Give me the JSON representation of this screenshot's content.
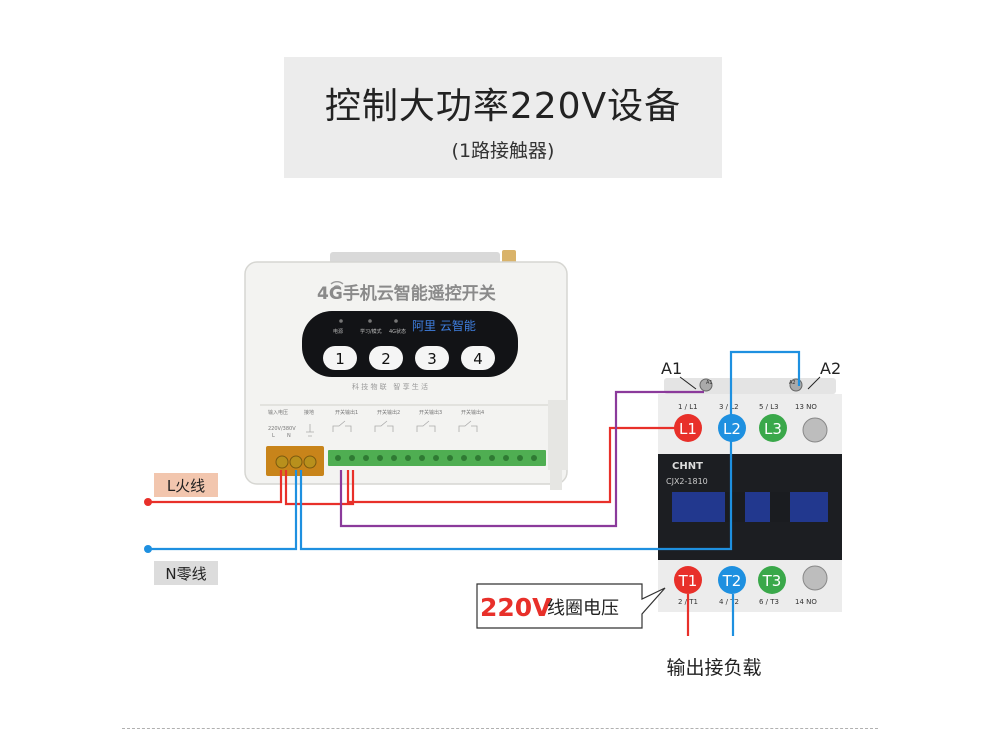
{
  "title": "控制大功率220V设备",
  "subtitle": "(1路接触器)",
  "controller": {
    "brand_text": "4G手机云智能遥控开关",
    "cloud_label": "阿里 云智能",
    "indicators": [
      "电源",
      "学习/模式",
      "4G状态"
    ],
    "buttons": [
      "1",
      "2",
      "3",
      "4"
    ],
    "slogan": "科 技 物 联   智 享 生 活",
    "terminal_labels": {
      "input": "输入电压",
      "input_spec": "220V/380V",
      "l": "L",
      "n": "N",
      "ground": "接地",
      "out1": "开关输出1",
      "out2": "开关输出2",
      "out3": "开关输出3",
      "out4": "开关输出4"
    }
  },
  "wires": {
    "live_label": "L火线",
    "neutral_label": "N零线"
  },
  "contactor": {
    "brand": "CHNT",
    "model": "CJX2-1810",
    "coil_a1": "A1",
    "coil_a2": "A2",
    "coil_a1_small": "A1",
    "coil_a2_small": "A2",
    "top_terms": [
      "L1",
      "L2",
      "L3"
    ],
    "top_term_labels": [
      "1 / L1",
      "3 / L2",
      "5 / L3",
      "13 NO"
    ],
    "bottom_terms": [
      "T1",
      "T2",
      "T3"
    ],
    "bottom_term_labels": [
      "2 / T1",
      "4 / T2",
      "6 / T3",
      "14 NO"
    ]
  },
  "coil_label": {
    "voltage": "220V",
    "text": "线圈电压"
  },
  "load_label": "输出接负载",
  "colors": {
    "live": "#e8302a",
    "neutral": "#1e90e0",
    "control": "#8b3a9b",
    "l1": "#e8302a",
    "l2": "#1e90e0",
    "l3": "#3aa84a",
    "contactor_body": "#1c1e22",
    "contactor_blue": "#22388e"
  }
}
